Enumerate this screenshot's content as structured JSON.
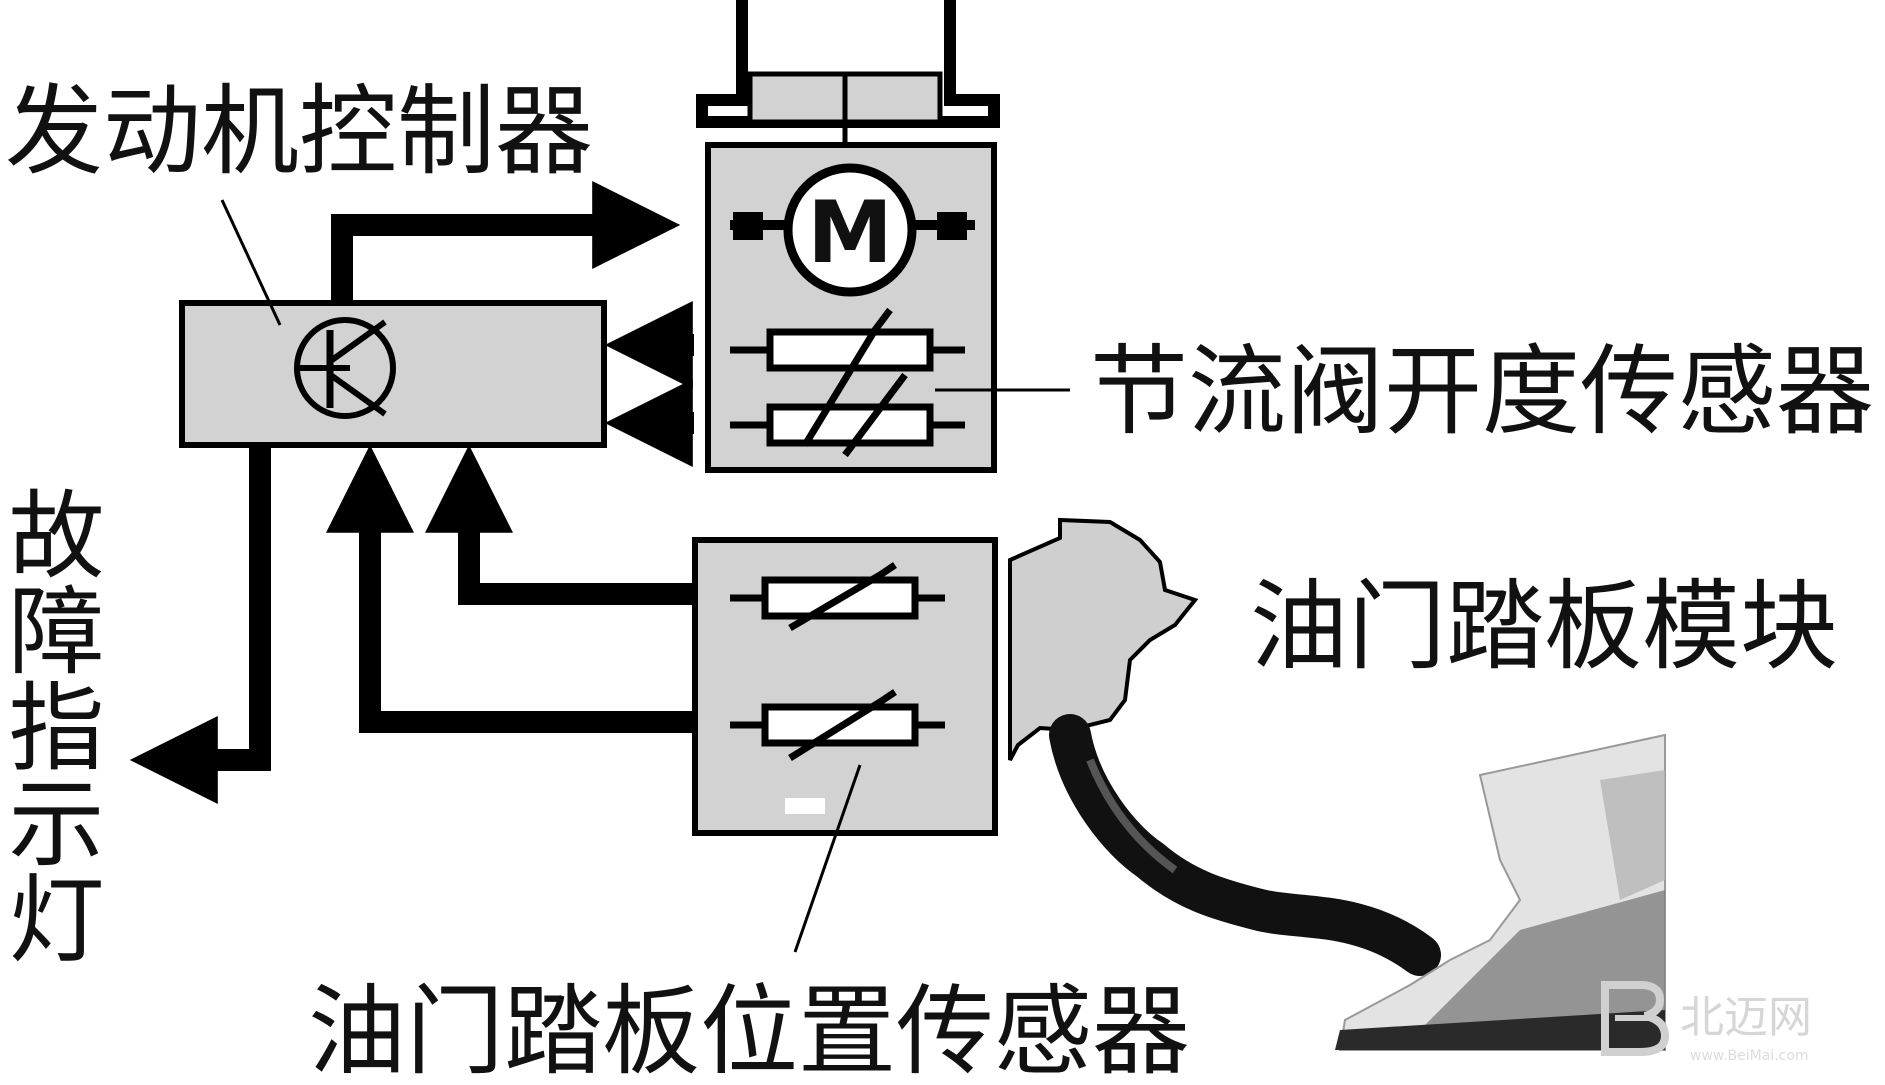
{
  "labels": {
    "ecu": "发动机控制器",
    "throttle_sensor": "节流阀开度传感器",
    "pedal_module": "油门踏板模块",
    "pedal_position_sensor": "油门踏板位置传感器",
    "fault_lamp": "故障指示灯"
  },
  "motor_symbol": "M",
  "watermark": {
    "text": "北迈网",
    "subtext": "www.BeiMai.com"
  },
  "colors": {
    "box_fill": "#d2d2d2",
    "line": "#000000",
    "background": "#ffffff"
  },
  "icons": [
    "motor-icon",
    "transistor-icon",
    "potentiometer-icon",
    "accelerator-pedal-icon",
    "foot-icon",
    "watermark-logo-icon"
  ]
}
